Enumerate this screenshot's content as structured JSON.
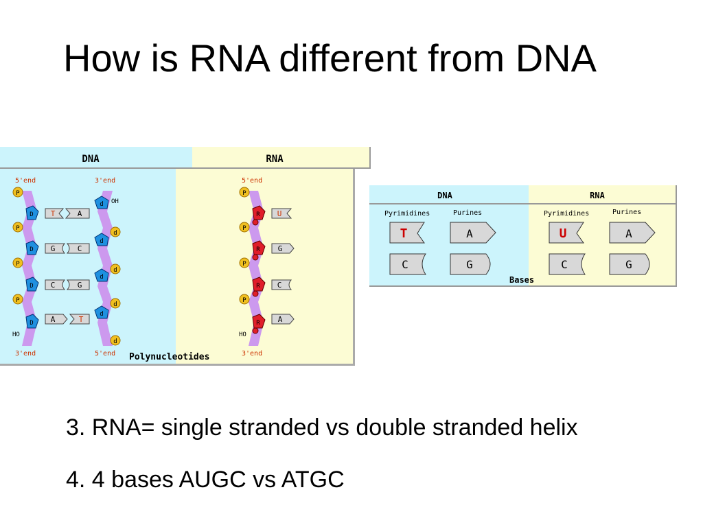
{
  "slide": {
    "title": "How is RNA different from DNA",
    "bullets": [
      "3. RNA= single stranded vs double stranded helix",
      "4. 4 bases AUGC vs ATGC"
    ]
  },
  "polynucleotides": {
    "dna_header": "DNA",
    "rna_header": "RNA",
    "dna_left_top": "5'end",
    "dna_right_top": "3'end",
    "dna_oh": "OH",
    "dna_ho": "HO",
    "dna_left_bottom": "3'end",
    "dna_right_bottom": "5'end",
    "rna_top": "5'end",
    "rna_ho": "HO",
    "rna_bottom": "3'end",
    "caption": "Polynucleotides",
    "phosphate": "P",
    "dna_sugar": "D",
    "dna_sugar_rev": "d",
    "rna_sugar": "R",
    "dna_pairs": [
      {
        "left": "T",
        "right": "A"
      },
      {
        "left": "G",
        "right": "C"
      },
      {
        "left": "C",
        "right": "G"
      },
      {
        "left": "A",
        "right": "T"
      }
    ],
    "rna_bases": [
      "U",
      "G",
      "C",
      "A"
    ]
  },
  "bases_panel": {
    "dna_header": "DNA",
    "rna_header": "RNA",
    "dna_pyrimidines": "Pyrimidines",
    "dna_purines": "Purines",
    "rna_pyrimidines": "Pyrimidines",
    "rna_purines": "Purines",
    "caption": "Bases",
    "dna_bases": [
      "T",
      "A",
      "C",
      "G"
    ],
    "rna_bases": [
      "U",
      "A",
      "C",
      "G"
    ]
  },
  "colors": {
    "dna_bg": "#ccf4fc",
    "rna_bg": "#fcfcd4",
    "backbone": "#cc99ee",
    "dna_sugar": "#1e90e0",
    "rna_sugar": "#e01e2a",
    "phosphate": "#f0c020",
    "base_fill": "#d8d8d8",
    "highlight": "#cc3300"
  }
}
